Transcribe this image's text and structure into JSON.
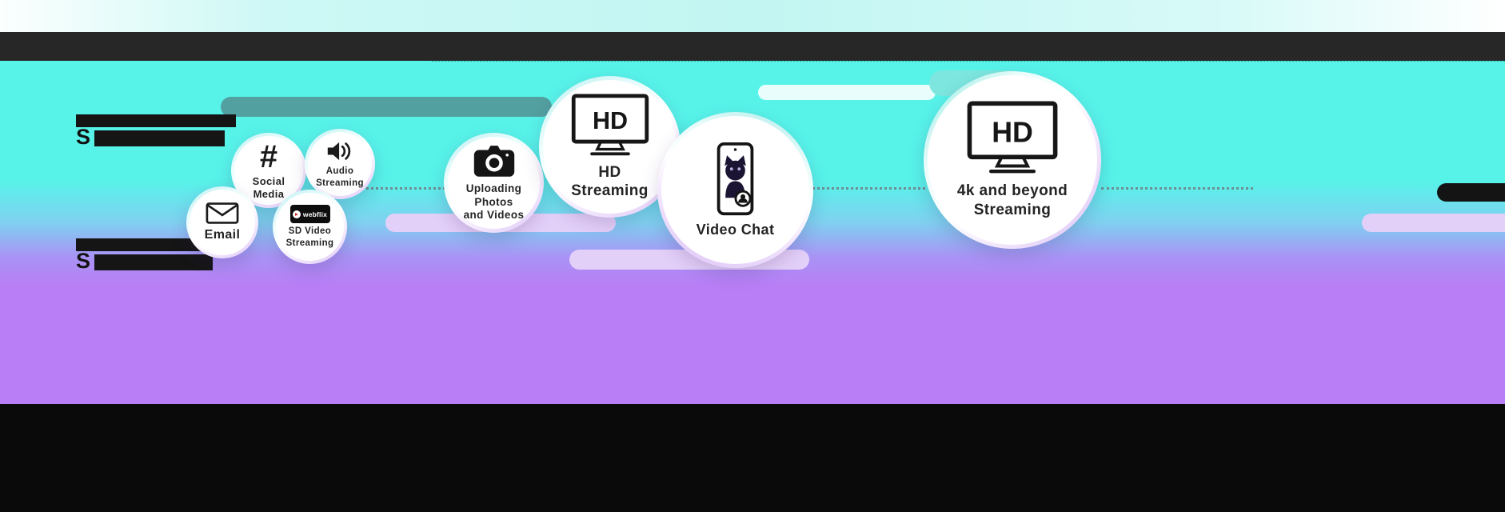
{
  "colors": {
    "cyan": "#57f3e9",
    "purple": "#b97df5",
    "top_bar": "#272727",
    "bottom_bar": "#0a0a0a",
    "teal_pill": "#53a0a0",
    "white_pill": "#e9fefc",
    "aqua_pill": "#7de7df",
    "lavender_pill": "#e3d0f8",
    "black_pill": "#141414",
    "dot": "#6e8f90",
    "ink": "#242424"
  },
  "redacted": {
    "top_visible": "S",
    "bottom_visible": "S"
  },
  "bubbles": [
    {
      "label": "Email",
      "icon": "envelope-icon"
    },
    {
      "line1": "Social",
      "line2": "Media",
      "icon": "hashtag-icon",
      "glyph": "#"
    },
    {
      "line1": "Audio",
      "line2": "Streaming",
      "icon": "speaker-icon"
    },
    {
      "line1": "SD Video",
      "line2": "Streaming",
      "icon": "webflix-badge-icon",
      "badge_text": "webflix"
    },
    {
      "line1": "Uploading Photos",
      "line2": "and Videos",
      "icon": "camera-icon"
    },
    {
      "line1": "HD",
      "line2": "Streaming",
      "icon": "hd-tv-icon",
      "tv_label": "HD"
    },
    {
      "label": "Video Chat",
      "icon": "video-call-phone-icon"
    },
    {
      "line1": "4k and beyond",
      "line2": "Streaming",
      "icon": "hd-tv-icon",
      "tv_label": "HD"
    }
  ]
}
